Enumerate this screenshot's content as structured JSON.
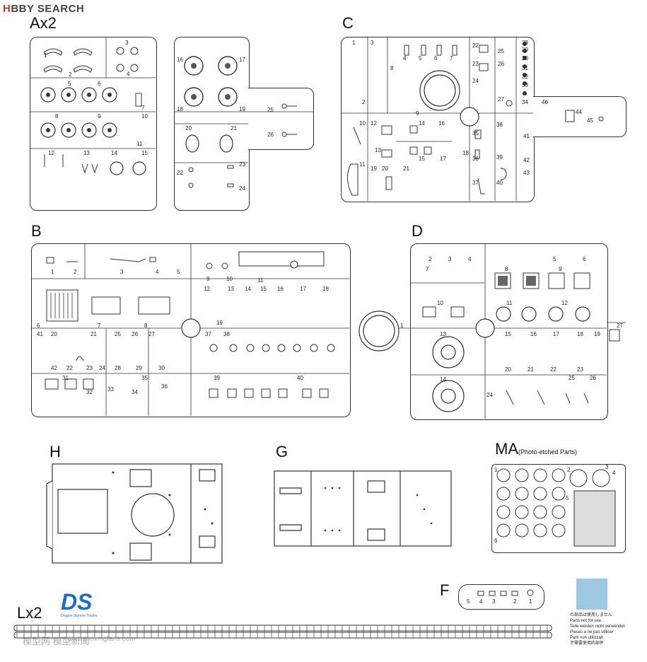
{
  "site_logo": {
    "prefix": "H",
    "rest": "BBY SEARCH"
  },
  "sprues": {
    "A": {
      "label": "Ax2",
      "parts": [
        "1",
        "2",
        "3",
        "4",
        "5",
        "6",
        "7",
        "8",
        "9",
        "10",
        "11",
        "12",
        "13",
        "14",
        "15",
        "16",
        "17",
        "18",
        "19",
        "20",
        "21",
        "22",
        "23",
        "24",
        "25",
        "26"
      ]
    },
    "B": {
      "label": "B",
      "parts": [
        "1",
        "2",
        "3",
        "4",
        "5",
        "6",
        "7",
        "8",
        "9",
        "10",
        "11",
        "12",
        "13",
        "14",
        "15",
        "16",
        "17",
        "18",
        "19",
        "20",
        "21",
        "22",
        "23",
        "24",
        "25",
        "26",
        "27",
        "28",
        "29",
        "30",
        "31",
        "32",
        "33",
        "34",
        "35",
        "36",
        "37",
        "38",
        "39",
        "40",
        "41",
        "42"
      ]
    },
    "C": {
      "label": "C",
      "parts": [
        "1",
        "2",
        "3",
        "4",
        "5",
        "6",
        "7",
        "8",
        "9",
        "10",
        "11",
        "12",
        "13",
        "14",
        "15",
        "16",
        "17",
        "18",
        "19",
        "20",
        "21",
        "22",
        "23",
        "24",
        "25",
        "26",
        "27",
        "28",
        "29",
        "30",
        "31",
        "32",
        "33",
        "34",
        "35",
        "36",
        "37",
        "38",
        "39",
        "40",
        "41",
        "42",
        "43",
        "44",
        "45",
        "46"
      ]
    },
    "D": {
      "label": "D",
      "parts": [
        "1",
        "2",
        "3",
        "4",
        "5",
        "6",
        "7",
        "8",
        "9",
        "10",
        "11",
        "12",
        "13",
        "14",
        "15",
        "16",
        "17",
        "18",
        "19",
        "20",
        "21",
        "22",
        "23",
        "24",
        "25",
        "26",
        "27"
      ]
    },
    "H": {
      "label": "H"
    },
    "G": {
      "label": "G"
    },
    "MA": {
      "label": "MA",
      "sub": "(Photo-etched Parts)",
      "parts": [
        "1",
        "2",
        "3",
        "4",
        "5",
        "6"
      ]
    },
    "F": {
      "label": "F",
      "parts": [
        "5",
        "4",
        "3",
        "2",
        "1"
      ]
    },
    "L": {
      "label": "Lx2"
    }
  },
  "brand_logo": {
    "text": "DS",
    "sub": "Dragon Styrene Tracks"
  },
  "notice": {
    "lines": [
      "の部品は使用しません",
      "Parts not for use.",
      "Teile werden nicht verwendet.",
      "Pieces a ne pas utiliser",
      "Parti non utilizzati",
      "不需要使用的部件"
    ]
  },
  "watermark": {
    "cn": "模型网 模型新闻",
    "url": "www.moxingfans.com"
  },
  "colors": {
    "line": "#333333",
    "notice_box": "#9ec9e4",
    "brand": "#1e6fc0"
  }
}
